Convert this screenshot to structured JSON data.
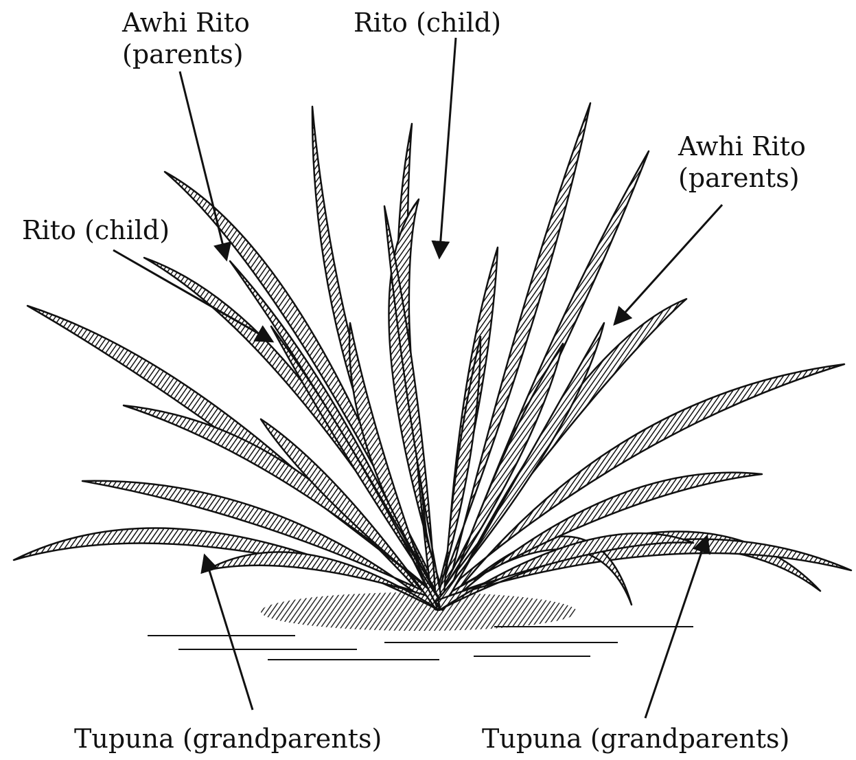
{
  "diagram": {
    "labels": {
      "awhi_rito_left": {
        "line1": "Awhi Rito",
        "line2": "(parents)"
      },
      "rito_top": {
        "text": "Rito (child)"
      },
      "awhi_rito_right": {
        "line1": "Awhi Rito",
        "line2": "(parents)"
      },
      "rito_left": {
        "text": "Rito (child)"
      },
      "tupuna_left": {
        "text": "Tupuna (grandparents)"
      },
      "tupuna_right": {
        "text": "Tupuna (grandparents)"
      }
    },
    "colors": {
      "ink": "#111111",
      "background": "#ffffff"
    },
    "illustration": "flax-plant-engraving"
  }
}
